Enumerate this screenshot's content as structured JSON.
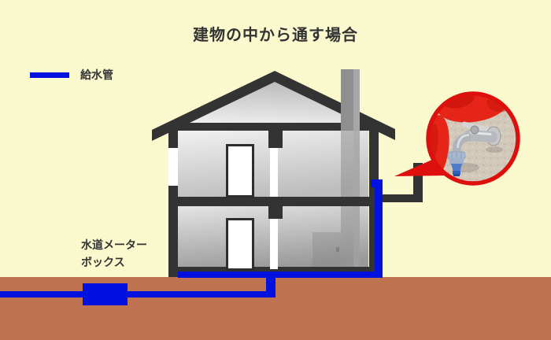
{
  "title": "建物の中から通す場合",
  "legend": {
    "pipe_label": "給水管",
    "pipe_color": "#0011E0"
  },
  "annotations": {
    "meter_box_label_line1": "水道メーター",
    "meter_box_label_line2": "ボックス"
  },
  "colors": {
    "background": "#FAF9CE",
    "ground": "#C07350",
    "pipe_blue": "#0011E0",
    "structure_dark": "#333333",
    "chimney_gray": "#919191",
    "callout_red": "#DD100E",
    "photo_wall_beige": "#D3C9BB",
    "faucet_adapter_blue": "#4E7CCB"
  }
}
